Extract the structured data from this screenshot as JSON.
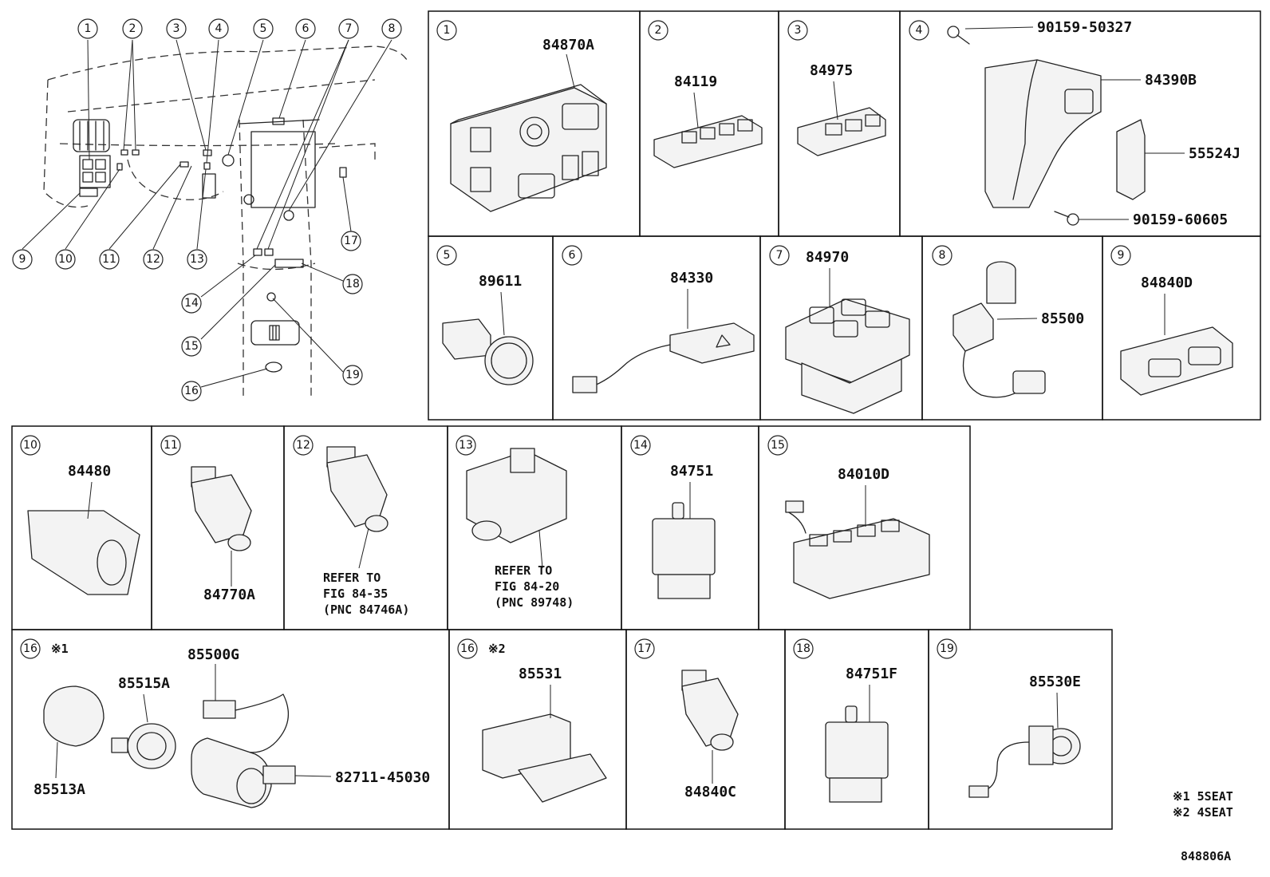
{
  "overview": {
    "callouts_top": [
      "1",
      "2",
      "3",
      "4",
      "5",
      "6",
      "7",
      "8"
    ],
    "callouts_bottom": [
      "9",
      "10",
      "11",
      "12",
      "13",
      "14",
      "15",
      "16",
      "17",
      "18",
      "19"
    ]
  },
  "cells": {
    "c1": {
      "num": "1",
      "parts": [
        "84870A"
      ]
    },
    "c2": {
      "num": "2",
      "parts": [
        "84119"
      ]
    },
    "c3": {
      "num": "3",
      "parts": [
        "84975"
      ]
    },
    "c4": {
      "num": "4",
      "parts": [
        "90159-50327",
        "84390B",
        "55524J",
        "90159-60605"
      ]
    },
    "c5": {
      "num": "5",
      "parts": [
        "89611"
      ]
    },
    "c6": {
      "num": "6",
      "parts": [
        "84330"
      ]
    },
    "c7": {
      "num": "7",
      "parts": [
        "84970"
      ]
    },
    "c8": {
      "num": "8",
      "parts": [
        "85500"
      ]
    },
    "c9": {
      "num": "9",
      "parts": [
        "84840D"
      ]
    },
    "c10": {
      "num": "10",
      "parts": [
        "84480"
      ]
    },
    "c11": {
      "num": "11",
      "parts": [
        "84770A"
      ]
    },
    "c12": {
      "num": "12",
      "refer": [
        "REFER TO",
        "FIG 84-35",
        "(PNC 84746A)"
      ]
    },
    "c13": {
      "num": "13",
      "refer": [
        "REFER TO",
        "FIG 84-20",
        "(PNC 89748)"
      ]
    },
    "c14": {
      "num": "14",
      "parts": [
        "84751"
      ]
    },
    "c15": {
      "num": "15",
      "parts": [
        "84010D"
      ]
    },
    "c16a": {
      "num": "16",
      "mark": "※1",
      "parts": [
        "85500G",
        "85515A",
        "85513A",
        "82711-45030"
      ]
    },
    "c16b": {
      "num": "16",
      "mark": "※2",
      "parts": [
        "85531"
      ]
    },
    "c17": {
      "num": "17",
      "parts": [
        "84840C"
      ]
    },
    "c18": {
      "num": "18",
      "parts": [
        "84751F"
      ]
    },
    "c19": {
      "num": "19",
      "parts": [
        "85530E"
      ]
    }
  },
  "legend": [
    "※1 5SEAT",
    "※2 4SEAT"
  ],
  "figure_id": "848806A"
}
